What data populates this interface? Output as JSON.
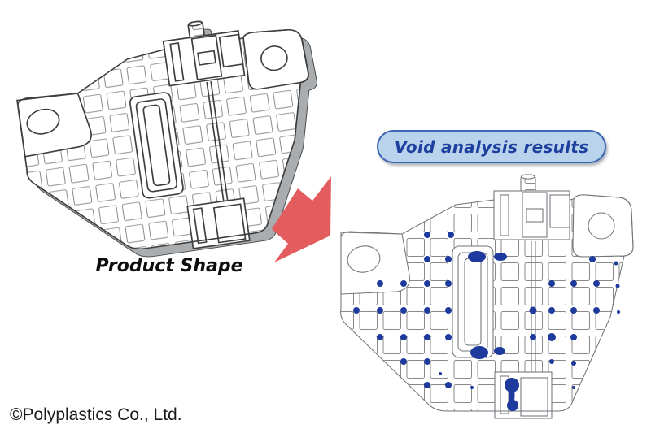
{
  "labels": {
    "analysis_badge": "Void analysis results",
    "product_caption": "Product Shape",
    "copyright": "©Polyplastics Co., Ltd."
  },
  "colors": {
    "background": "#ffffff",
    "arrow": "#e35d5f",
    "void": "#1e3a9c",
    "badge_fill": "#b9d3ec",
    "badge_border": "#3b66b1",
    "badge_text": "#1d3f9e",
    "wireframe_line": "#6f747a",
    "model_edge": "#3e3e3e"
  },
  "void_analysis": {
    "dots": [
      [
        115,
        77,
        4
      ],
      [
        144,
        77,
        4
      ],
      [
        115,
        107,
        4
      ],
      [
        141,
        107,
        4
      ],
      [
        57,
        137,
        4
      ],
      [
        86,
        137,
        4
      ],
      [
        115,
        137,
        4
      ],
      [
        141,
        137,
        4
      ],
      [
        28,
        170,
        4
      ],
      [
        57,
        170,
        4
      ],
      [
        86,
        170,
        4
      ],
      [
        115,
        170,
        4
      ],
      [
        141,
        170,
        4
      ],
      [
        57,
        203,
        4
      ],
      [
        86,
        203,
        4
      ],
      [
        115,
        203,
        4
      ],
      [
        141,
        203,
        4
      ],
      [
        86,
        233,
        4
      ],
      [
        115,
        233,
        4
      ],
      [
        115,
        262,
        4
      ],
      [
        141,
        262,
        4
      ],
      [
        170,
        265,
        2
      ],
      [
        131,
        248,
        2
      ],
      [
        318,
        107,
        4
      ],
      [
        347,
        112,
        2.5
      ],
      [
        268,
        137,
        4
      ],
      [
        295,
        137,
        4
      ],
      [
        323,
        137,
        4
      ],
      [
        349,
        140,
        2.5
      ],
      [
        245,
        170,
        4.5
      ],
      [
        268,
        170,
        4
      ],
      [
        295,
        170,
        4
      ],
      [
        323,
        170,
        4
      ],
      [
        350,
        172,
        2
      ],
      [
        245,
        203,
        4
      ],
      [
        268,
        203,
        5
      ],
      [
        295,
        203,
        4
      ],
      [
        268,
        233,
        3
      ],
      [
        295,
        235,
        3
      ],
      [
        295,
        265,
        2
      ]
    ],
    "blobs": [
      [
        176,
        104,
        11,
        7
      ],
      [
        205,
        104,
        8,
        5
      ],
      [
        179,
        222,
        11,
        8
      ],
      [
        204,
        220,
        7,
        5
      ],
      [
        219,
        262,
        9,
        9
      ],
      [
        220,
        287,
        7,
        7
      ],
      [
        219,
        274,
        3.5,
        13
      ]
    ]
  }
}
